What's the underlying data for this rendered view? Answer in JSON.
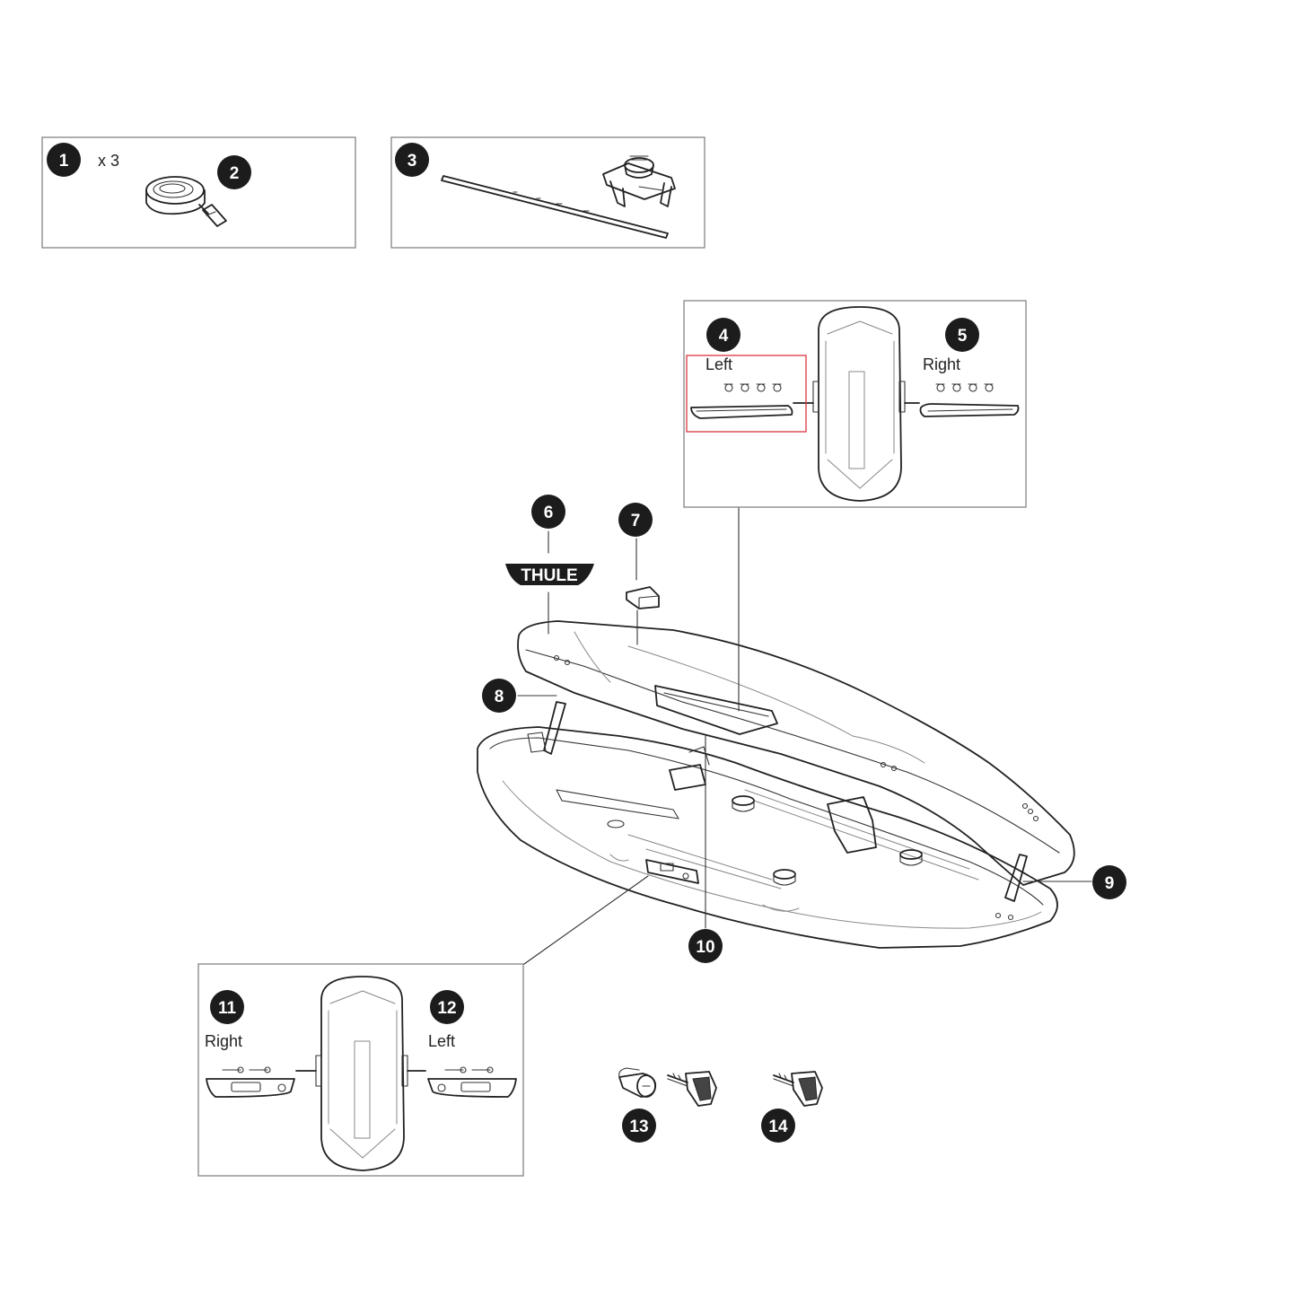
{
  "title": "",
  "brand_logo": "THULE",
  "colors": {
    "callout": "#1c1c1c",
    "line": "#222222",
    "panel_border": "#7a7a7a",
    "highlight": "#d9363e"
  },
  "callouts": [
    {
      "id": "c1",
      "number": "1"
    },
    {
      "id": "c2",
      "number": "2"
    },
    {
      "id": "c3",
      "number": "3"
    },
    {
      "id": "c4",
      "number": "4"
    },
    {
      "id": "c5",
      "number": "5"
    },
    {
      "id": "c6",
      "number": "6"
    },
    {
      "id": "c7",
      "number": "7"
    },
    {
      "id": "c8",
      "number": "8"
    },
    {
      "id": "c9",
      "number": "9"
    },
    {
      "id": "c10",
      "number": "10"
    },
    {
      "id": "c11",
      "number": "11"
    },
    {
      "id": "c12",
      "number": "12"
    },
    {
      "id": "c13",
      "number": "13"
    },
    {
      "id": "c14",
      "number": "14"
    }
  ],
  "labels": {
    "qty": "x 3",
    "left_top": "Left",
    "right_top": "Right",
    "right_bottom": "Right",
    "left_bottom": "Left"
  }
}
